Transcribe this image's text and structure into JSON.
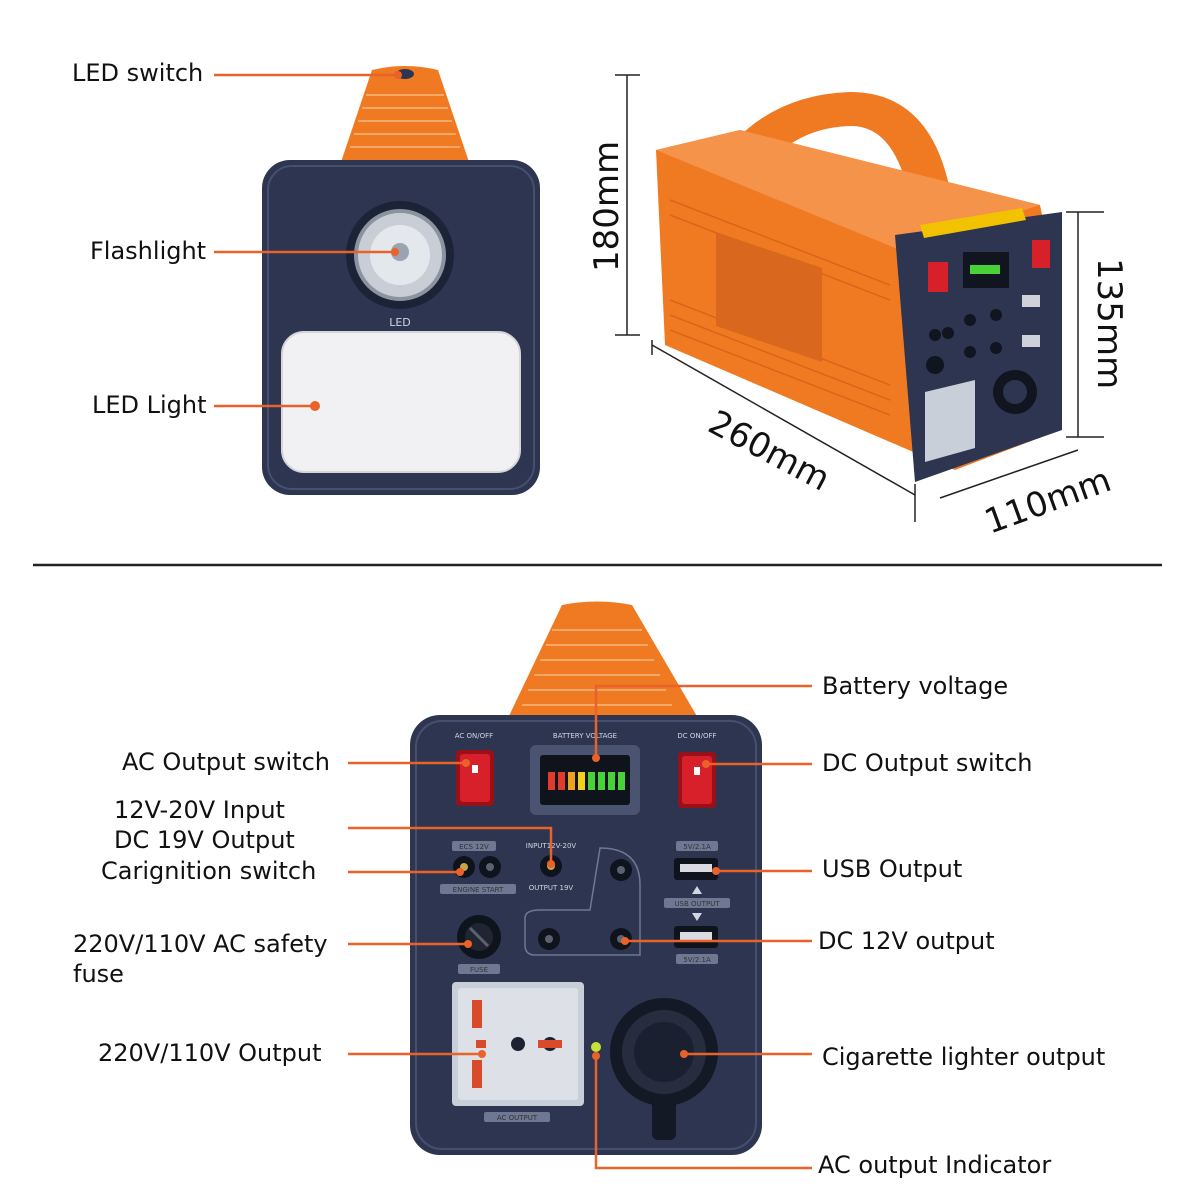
{
  "colors": {
    "orange": "#f07a22",
    "navy": "#2d3550",
    "leader": "#e8622a",
    "switch_red": "#d8202a",
    "led_green": "#49d13a"
  },
  "top": {
    "labels": {
      "led_switch": "LED switch",
      "flashlight": "Flashlight",
      "led_light": "LED Light"
    },
    "led_badge": "LED",
    "dimensions": {
      "height": "180mm",
      "depth": "135mm",
      "length": "260mm",
      "width": "110mm"
    }
  },
  "front_panel": {
    "labels": {
      "battery_voltage": "Battery voltage",
      "ac_output_switch": "AC Output switch",
      "dc_output_switch": "DC Output switch",
      "input_line1": "12V-20V Input",
      "input_line2": "DC 19V Output",
      "carignition": "Carignition switch",
      "usb_output": "USB Output",
      "fuse_line1": "220V/110V AC safety",
      "fuse_line2": "fuse",
      "dc12v": "DC 12V output",
      "ac_output": "220V/110V Output",
      "cig_output": "Cigarette lighter output",
      "ac_indicator": "AC output Indicator"
    },
    "panel_text": {
      "ac_onoff": "AC ON/OFF",
      "battery_voltage": "BATTERY VOLTAGE",
      "dc_onoff": "DC ON/OFF",
      "ecs": "ECS 12V",
      "engine_start": "ENGINE START",
      "input": "INPUT12V-20V",
      "output": "OUTPUT 19V",
      "usb_spec_top": "5V/2.1A",
      "usb_output": "USB OUTPUT",
      "usb_spec_bottom": "5V/2.1A",
      "fuse": "FUSE",
      "ac_output": "AC OUTPUT"
    }
  }
}
